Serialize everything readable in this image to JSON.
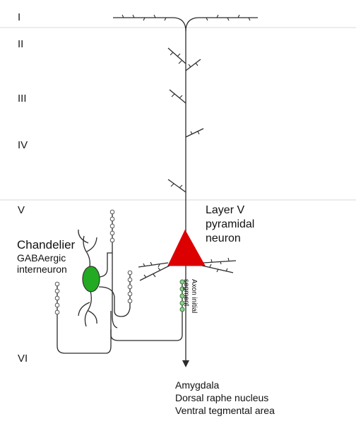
{
  "layers": [
    "I",
    "II",
    "III",
    "IV",
    "V",
    "VI"
  ],
  "pyramidal_label": [
    "Layer V",
    "pyramidal",
    "neuron"
  ],
  "interneuron_label": [
    "Chandelier",
    "GABAergic",
    "interneuron"
  ],
  "ais_label": [
    "Axon initial",
    "segment"
  ],
  "targets": [
    "Amygdala",
    "Dorsal raphe nucleus",
    "Ventral tegmental area"
  ],
  "colors": {
    "soma_pyramidal": "#dd0000",
    "soma_interneuron": "#22aa22",
    "ais_bouton": "#8fd18f",
    "bouton_open": "#ffffff",
    "layer_divider": "#d9d9d9"
  }
}
